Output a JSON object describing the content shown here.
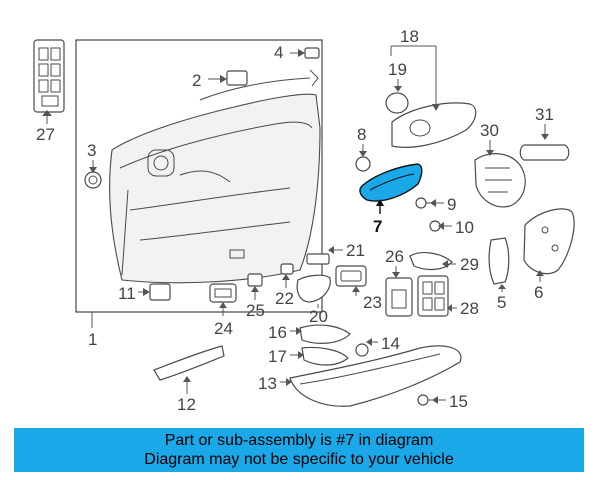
{
  "diagram": {
    "highlight_color": "#1aa8e8",
    "highlighted_part": "7",
    "callouts": [
      "1",
      "2",
      "3",
      "4",
      "5",
      "6",
      "7",
      "8",
      "9",
      "10",
      "11",
      "12",
      "13",
      "14",
      "15",
      "16",
      "17",
      "18",
      "19",
      "20",
      "21",
      "22",
      "23",
      "24",
      "25",
      "26",
      "27",
      "28",
      "29",
      "30",
      "31"
    ]
  },
  "banner": {
    "line1": "Part or sub-assembly is #7 in diagram",
    "line2": "Diagram may not be specific to your vehicle"
  }
}
